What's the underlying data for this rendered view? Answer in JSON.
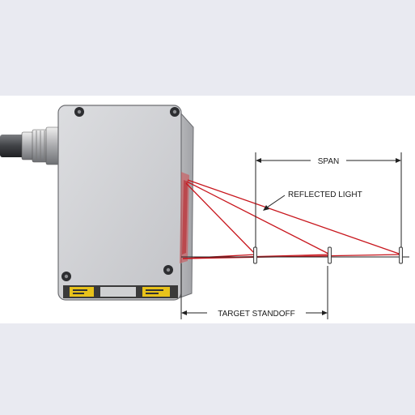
{
  "labels": {
    "span": "SPAN",
    "reflected_light": "REFLECTED LIGHT",
    "target_standoff": "TARGET STANDOFF"
  },
  "colors": {
    "background": "#e9eaf1",
    "panel": "#ffffff",
    "laser": "#c8161d",
    "housing": "#d4d5d7",
    "housing_side": "#b3b4b7",
    "label_yellow": "#e8c21a"
  }
}
